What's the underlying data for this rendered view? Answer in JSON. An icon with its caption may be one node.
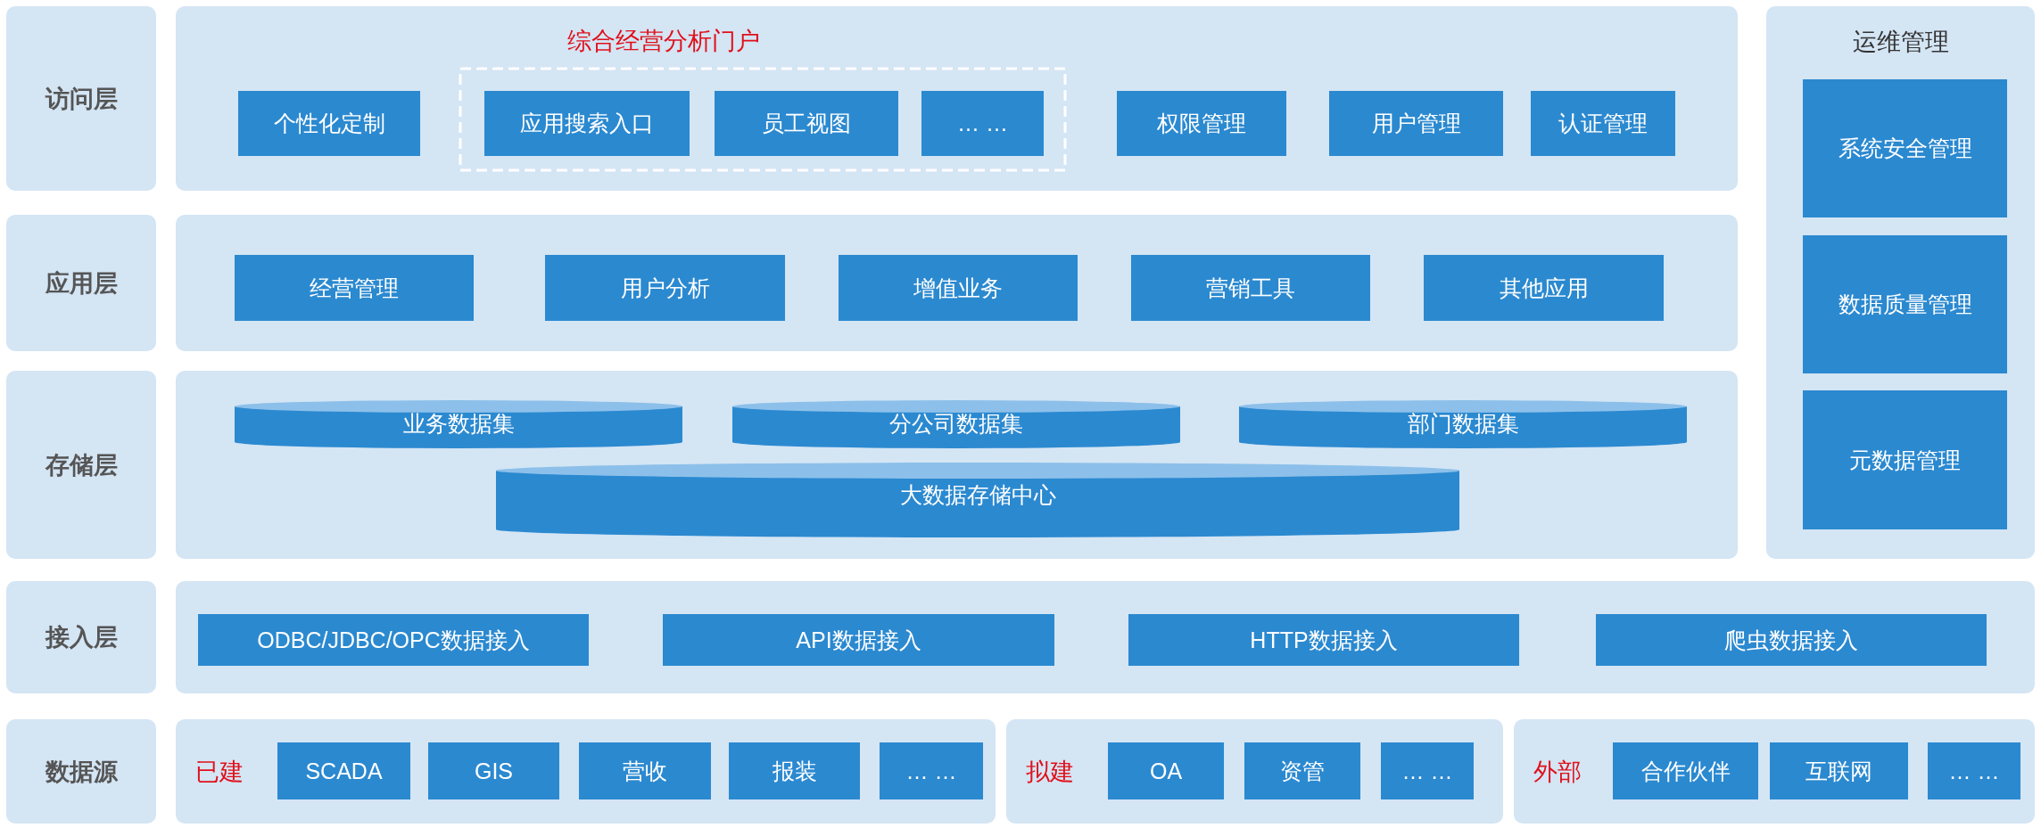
{
  "diagram": {
    "nodes": [
      {
        "text": [
          "访问层"
        ]
      },
      {
        "text": [],
        "shape": "box"
      },
      {
        "text": [
          "综合经营分析门户"
        ],
        "in": 1
      },
      {
        "text": [
          "个性化定制"
        ],
        "in": 1
      },
      {
        "text": [
          "应用搜索入口"
        ],
        "in": 2
      },
      {
        "text": [
          "员工视图"
        ],
        "in": 2
      },
      {
        "text": [
          "… …"
        ],
        "in": 2
      },
      {
        "text": [
          "权限管理"
        ],
        "in": 1
      },
      {
        "text": [
          "用户管理"
        ],
        "in": 1
      },
      {
        "text": [
          "认证管理"
        ],
        "in": 1
      },
      {
        "text": [
          "运维管理"
        ]
      },
      {
        "text": [
          "系统安全管理"
        ],
        "in": 10
      },
      {
        "text": [
          "数据质量管理"
        ],
        "in": 10
      },
      {
        "text": [
          "元数据管理"
        ],
        "in": 10
      },
      {
        "text": [
          "应用层"
        ]
      },
      {
        "text": [],
        "shape": "box"
      },
      {
        "text": [
          "经营管理"
        ],
        "in": 15
      },
      {
        "text": [
          "用户分析"
        ],
        "in": 15
      },
      {
        "text": [
          "增值业务"
        ],
        "in": 15
      },
      {
        "text": [
          "营销工具"
        ],
        "in": 15
      },
      {
        "text": [
          "其他应用"
        ],
        "in": 15
      },
      {
        "text": [
          "存储层"
        ]
      },
      {
        "text": [],
        "shape": "box"
      },
      {
        "text": [
          "业务数据集"
        ],
        "in": 22
      },
      {
        "text": [
          "分公司数据集"
        ],
        "in": 22
      },
      {
        "text": [
          "部门数据集"
        ],
        "in": 22
      },
      {
        "text": [
          "大数据存储中心"
        ],
        "in": 22
      },
      {
        "text": [
          "接入层"
        ]
      },
      {
        "text": [],
        "shape": "box"
      },
      {
        "text": [
          "ODBC/JDBC/OPC数据接入"
        ],
        "in": 28
      },
      {
        "text": [
          "API数据接入"
        ],
        "in": 28
      },
      {
        "text": [
          "HTTP数据接入"
        ],
        "in": 28
      },
      {
        "text": [
          "爬虫数据接入"
        ],
        "in": 28
      },
      {
        "text": [
          "数据源"
        ]
      },
      {
        "text": [
          "已建"
        ]
      },
      {
        "text": [
          "SCADA"
        ],
        "in": 34
      },
      {
        "text": [
          "GIS"
        ],
        "in": 34
      },
      {
        "text": [
          "营收"
        ],
        "in": 34
      },
      {
        "text": [
          "报装"
        ],
        "in": 34
      },
      {
        "text": [
          "… …"
        ],
        "in": 34
      },
      {
        "text": [
          "拟建"
        ]
      },
      {
        "text": [
          "OA"
        ],
        "in": 40
      },
      {
        "text": [
          "资管"
        ],
        "in": 40
      },
      {
        "text": [
          "… …"
        ],
        "in": 40
      },
      {
        "text": [
          "外部"
        ]
      },
      {
        "text": [
          "合作伙伴"
        ],
        "in": 44
      },
      {
        "text": [
          "互联网"
        ],
        "in": 44
      },
      {
        "text": [
          "… …"
        ],
        "in": 44
      }
    ],
    "edges": []
  }
}
